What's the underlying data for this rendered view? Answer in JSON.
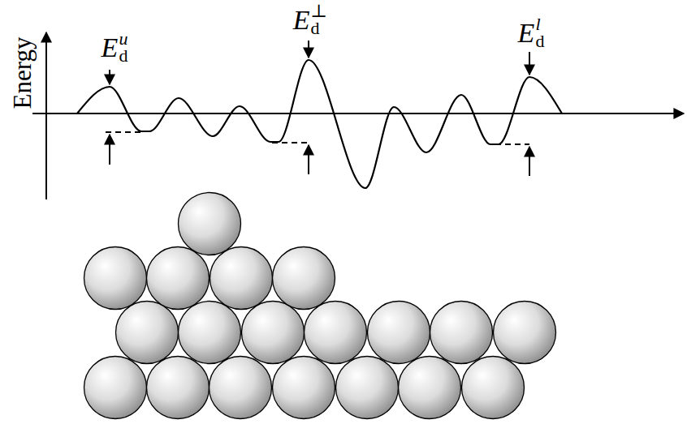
{
  "diagram": {
    "labels": [
      "Energy",
      "Edu",
      "Ed⊥",
      "Edl"
    ]
  }
}
